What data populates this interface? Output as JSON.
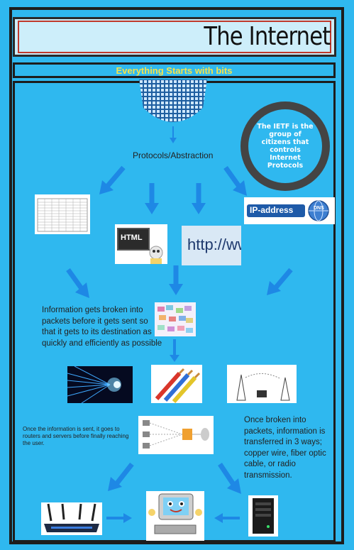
{
  "header": {
    "title": "The Internet"
  },
  "banner": {
    "subtitle": "Everything Starts with bits"
  },
  "center": {
    "protocols_label": "Protocols/Abstraction"
  },
  "ietf": {
    "text": "The IETF is the group of citizens that controls Internet Protocols"
  },
  "images": {
    "html_label": "HTML",
    "http_label": "http://www",
    "ip_label": "IP-address",
    "dns_label": "DNS"
  },
  "texts": {
    "packets": "Information gets broken into packets before it gets sent so that it gets to its destination as quickly and efficiently as possible",
    "routers": "Once the information is sent, it goes to routers and servers before finally reaching the user.",
    "transfer": "Once broken into packets, information is transferred in 3 ways; copper wire, fiber optic cable, or radio transmission."
  },
  "colors": {
    "background": "#2fb8ef",
    "arrow": "#1e88e5",
    "subtitle": "#f7e44a"
  }
}
